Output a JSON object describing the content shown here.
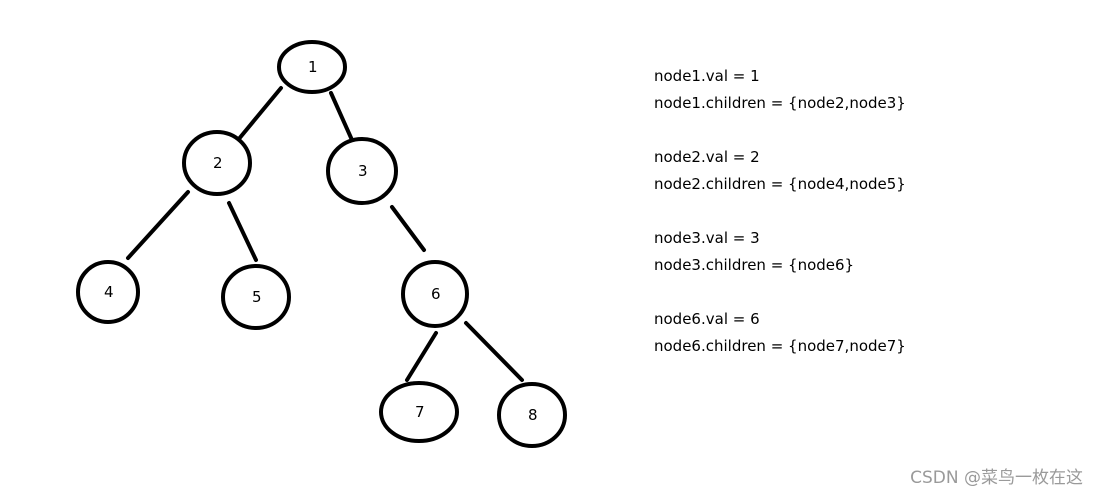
{
  "tree": {
    "nodes": [
      {
        "id": "1",
        "label": "1"
      },
      {
        "id": "2",
        "label": "2"
      },
      {
        "id": "3",
        "label": "3"
      },
      {
        "id": "4",
        "label": "4"
      },
      {
        "id": "5",
        "label": "5"
      },
      {
        "id": "6",
        "label": "6"
      },
      {
        "id": "7",
        "label": "7"
      },
      {
        "id": "8",
        "label": "8"
      }
    ],
    "edges": [
      [
        "1",
        "2"
      ],
      [
        "1",
        "3"
      ],
      [
        "2",
        "4"
      ],
      [
        "2",
        "5"
      ],
      [
        "3",
        "6"
      ],
      [
        "6",
        "7"
      ],
      [
        "6",
        "8"
      ]
    ]
  },
  "info": {
    "lines": [
      "node1.val = 1",
      "node1.children = {node2,node3}",
      "node2.val = 2",
      "node2.children = {node4,node5}",
      "node3.val = 3",
      "node3.children = {node6}",
      "node6.val = 6",
      "node6.children = {node7,node7}"
    ]
  },
  "watermark": "CSDN @菜鸟一枚在这"
}
